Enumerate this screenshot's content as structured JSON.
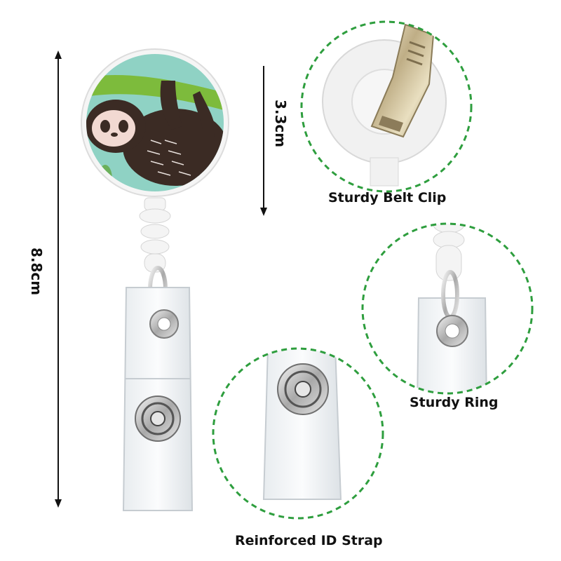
{
  "labels": {
    "belt_clip": "Sturdy Belt Clip",
    "ring": "Sturdy Ring",
    "strap": "Reinforced ID Strap"
  },
  "dimensions": {
    "total_height": "8.8cm",
    "badge_diameter": "3.3cm"
  },
  "colors": {
    "dashed_circle": "#2e9e3e",
    "badge_background": "#8fd2c4",
    "sloth_body": "#3b2b24",
    "branch": "#7dbb3c",
    "text": "#111111"
  },
  "icons": {
    "sloth": "sloth-illustration",
    "clip": "alligator-clip",
    "ring": "split-ring",
    "snap": "snap-button"
  }
}
